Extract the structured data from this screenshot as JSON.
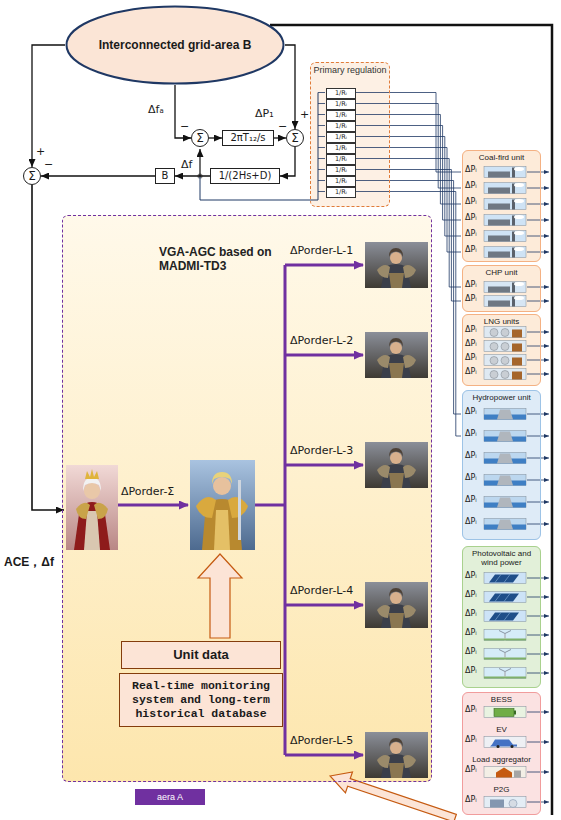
{
  "diagram": {
    "nodes": [
      {
        "text": [
          "Interconnected grid-area B"
        ]
      },
      {
        "text": [
          "Σ"
        ]
      },
      {
        "text": [
          "2πT₁₂/s"
        ]
      },
      {
        "text": [
          "Σ"
        ]
      },
      {
        "text": [
          "1/(2Hs+D)"
        ]
      },
      {
        "text": [
          "B"
        ]
      },
      {
        "text": [
          "Σ"
        ]
      },
      {
        "text": [
          "Primary regulation"
        ]
      },
      {
        "text": [
          "1/Rᵢ"
        ],
        "in": 7
      },
      {
        "text": [
          "1/Rᵢ"
        ],
        "in": 7
      },
      {
        "text": [
          "1/Rᵢ"
        ],
        "in": 7
      },
      {
        "text": [
          "1/Rᵢ"
        ],
        "in": 7
      },
      {
        "text": [
          "1/Rᵢ"
        ],
        "in": 7
      },
      {
        "text": [
          "1/Rᵢ"
        ],
        "in": 7
      },
      {
        "text": [
          "1/Rᵢ"
        ],
        "in": 7
      },
      {
        "text": [
          "1/Rᵢ"
        ],
        "in": 7
      },
      {
        "text": [
          "1/Rᵢ"
        ],
        "in": 7
      },
      {
        "text": [
          "1/Rᵢ"
        ],
        "in": 7
      },
      {
        "text": [
          "VGA-AGC based on MADMI-TD3"
        ]
      },
      {
        "text": [
          "Unit data"
        ],
        "in": 18
      },
      {
        "text": [
          "Real-time monitoring system and long-term historical database"
        ],
        "in": 18
      },
      {
        "text": [
          "aera A"
        ]
      },
      {
        "text": [
          "Coal-fird unit"
        ]
      },
      {
        "text": [
          "CHP unit"
        ]
      },
      {
        "text": [
          "LNG units"
        ]
      },
      {
        "text": [
          "Hydropower unit"
        ]
      },
      {
        "text": [
          "Photovoltaic and wind power"
        ]
      },
      {
        "text": [
          "BESS",
          "EV",
          "Load aggregator",
          "P2G"
        ]
      }
    ],
    "edges": [
      {
        "from": 1,
        "to": 2,
        "arrow": "to"
      },
      {
        "from": 2,
        "to": 3,
        "label": "ΔP₁",
        "arrow": "to"
      },
      {
        "from": 3,
        "to": 4,
        "arrow": "to"
      },
      {
        "from": 4,
        "to": 5,
        "label": "Δf",
        "arrow": "to"
      },
      {
        "from": 5,
        "to": 6,
        "arrow": "to"
      },
      {
        "from": 0,
        "to": 6,
        "arrow": "to"
      },
      {
        "from": 0,
        "to": 1,
        "label": "Δfₐ",
        "arrow": "to"
      },
      {
        "from": 0,
        "to": 3,
        "arrow": "to"
      }
    ],
    "labels": [
      "+",
      "−",
      "−",
      "−",
      "+",
      "ACE，Δf",
      "ΔPorder-Σ",
      "ΔPorder-L-1",
      "ΔPorder-L-2",
      "ΔPorder-L-3",
      "ΔPorder-L-4",
      "ΔPorder-L-5",
      "ΔPᵢ",
      "ΔPᵢ",
      "ΔPᵢ",
      "ΔPᵢ",
      "ΔPᵢ",
      "ΔPᵢ",
      "ΔPᵢ",
      "ΔPᵢ",
      "ΔPᵢ",
      "ΔPᵢ",
      "ΔPᵢ",
      "ΔPᵢ",
      "ΔPᵢ",
      "ΔPᵢ",
      "ΔPᵢ",
      "ΔPᵢ",
      "ΔPᵢ",
      "ΔPᵢ",
      "ΔPᵢ",
      "ΔPᵢ",
      "ΔPᵢ",
      "ΔPᵢ",
      "ΔPᵢ",
      "ΔPᵢ",
      "ΔPᵢ",
      "ΔPᵢ",
      "ΔPᵢ",
      "ΔPᵢ"
    ]
  }
}
